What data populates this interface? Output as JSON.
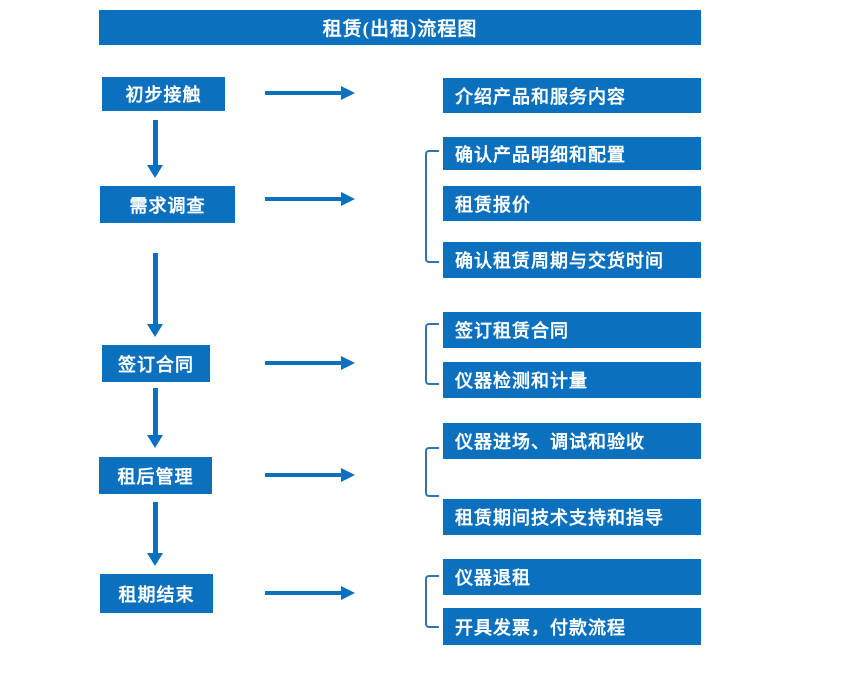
{
  "title": "租赁(出租)流程图",
  "colors": {
    "primary": "#0B70BE",
    "bracket": "#2E75B6",
    "background": "#FFFFFF",
    "text_on_primary": "#FFFFFF"
  },
  "steps": [
    {
      "label": "初步接触",
      "details": [
        "介绍产品和服务内容"
      ]
    },
    {
      "label": "需求调查",
      "details": [
        "确认产品明细和配置",
        "租赁报价",
        "确认租赁周期与交货时间"
      ]
    },
    {
      "label": "签订合同",
      "details": [
        "签订租赁合同",
        "仪器检测和计量"
      ]
    },
    {
      "label": "租后管理",
      "details": [
        "仪器进场、调试和验收",
        "租赁期间技术支持和指导"
      ]
    },
    {
      "label": "租期结束",
      "details": [
        "仪器退租",
        "开具发票，付款流程"
      ]
    }
  ]
}
